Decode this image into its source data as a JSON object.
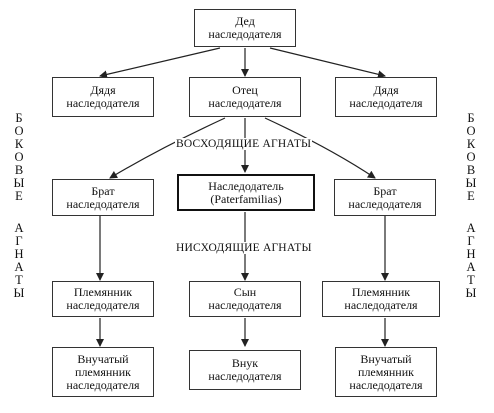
{
  "nodes": {
    "grandfather": "Дед\nнаследодателя",
    "uncle_left": "Дядя\nнаследодателя",
    "father": "Отец\nнаследодателя",
    "uncle_right": "Дядя\nнаследодателя",
    "brother_left": "Брат\nнаследодателя",
    "testator": "Наследодатель\n(Paterfamilias)",
    "brother_right": "Брат\nнаследодателя",
    "nephew_left": "Племянник\nнаследодателя",
    "son": "Сын\nнаследодателя",
    "nephew_right": "Племянник\nнаследодателя",
    "grandnephew_left": "Внучатый\nплемянник\nнаследодателя",
    "grandson": "Внук\nнаследодателя",
    "grandnephew_right": "Внучатый\nплемянник\nнаследодателя"
  },
  "labels": {
    "ascending": "ВОСХОДЯЩИЕ АГНАТЫ",
    "descending": "НИСХОДЯЩИЕ АГНАТЫ"
  },
  "side_labels": {
    "left_word1": "БОКОВЫЕ",
    "left_word2": "АГНАТЫ",
    "right_word1": "БОКОВЫЕ",
    "right_word2": "АГНАТЫ"
  }
}
